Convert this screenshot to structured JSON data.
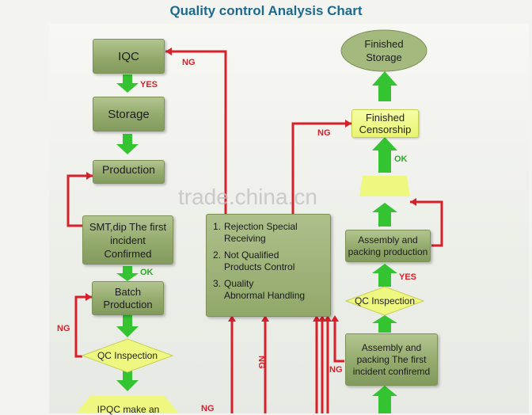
{
  "title": "Quality control Analysis Chart",
  "colors": {
    "title": "#1d6a8e",
    "flow_arrow": "#35c431",
    "ng_line": "#d6202a",
    "box_green": "#93aa6c",
    "box_yellow": "#eef780"
  },
  "left_flow": {
    "iqc": "IQC",
    "storage": "Storage",
    "production": "Production",
    "smt": "SMT,dip The first\nincident\nConfirmed",
    "batch": "Batch\nProduction",
    "qc": "QC Inspection",
    "ipqc": "IPQC make an"
  },
  "center": {
    "items": [
      {
        "num": "1.",
        "text": "Rejection Special\nReceiving"
      },
      {
        "num": "2.",
        "text": "Not Qualified\nProducts Control"
      },
      {
        "num": "3.",
        "text": "Quality\nAbnormal Handling"
      }
    ]
  },
  "right_flow": {
    "finished_storage": "Finished\nStorage",
    "finished_censorship": "Finished\nCensorship",
    "assembly_packing": "Assembly and\npacking production",
    "qc": "QC Inspection",
    "assembly_first": "Assembly and\npacking The first\nincident confiremd"
  },
  "labels": {
    "ng": "NG",
    "yes": "YES",
    "ok": "OK"
  },
  "watermark": "trade.china.cn"
}
